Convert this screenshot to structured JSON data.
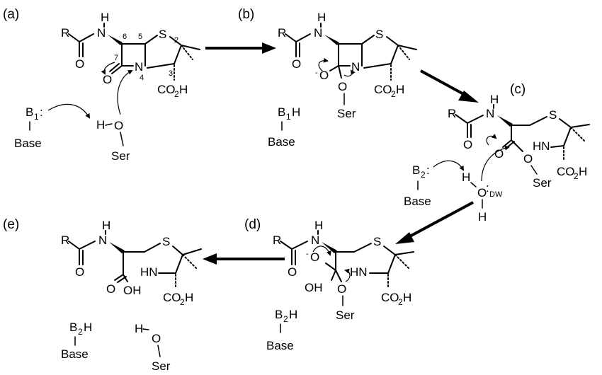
{
  "labels": {
    "a": "(a)",
    "b": "(b)",
    "c": "(c)",
    "d": "(d)",
    "e": "(e)"
  },
  "atoms": {
    "R": "R",
    "H": "H",
    "N": "N",
    "O": "O",
    "S": "S",
    "carboxyl": "CO",
    "carboxyl_sub": "2",
    "carboxyl_h": "H",
    "acid": "OH",
    "acid_o": "O"
  },
  "numbering": [
    "2",
    "3",
    "4",
    "5",
    "6",
    "7"
  ],
  "species": {
    "ser": "Ser",
    "base": "Base",
    "b1": "B",
    "b1_sub": "1",
    "b1_colon": ":",
    "b1h": "B",
    "b1h_sub": "1",
    "b1h_h": "H",
    "b2": "B",
    "b2_sub": "2",
    "b2_colon": ":",
    "b2h": "B",
    "b2h_sub": "2",
    "b2h_h": "H",
    "water_dw": "DW",
    "oxyanion": "O",
    "minus": "-"
  }
}
